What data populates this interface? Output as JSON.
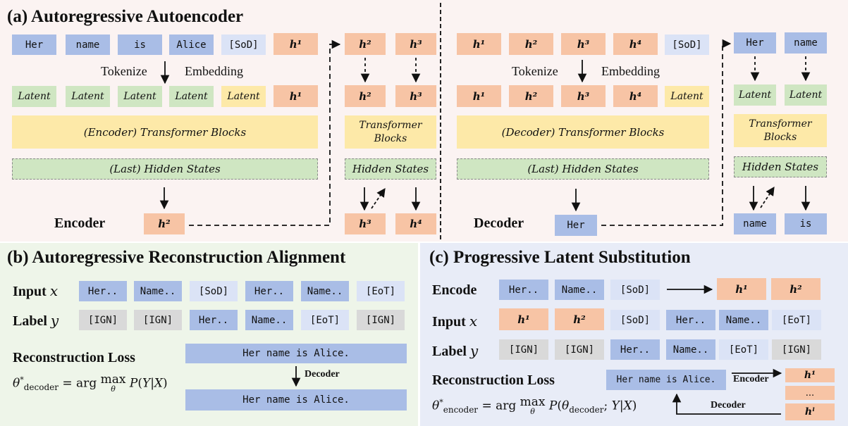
{
  "panel_a": {
    "title": "(a) Autoregressive Autoencoder",
    "tokens": [
      "Her",
      "name",
      "is",
      "Alice",
      "[SoD]"
    ],
    "h1": "h¹",
    "tokenize": "Tokenize",
    "embedding": "Embedding",
    "latent": "Latent",
    "encoder_blocks": "(Encoder) Transformer Blocks",
    "last_hidden": "(Last) Hidden States",
    "encoder_label": "Encoder",
    "h2": "h²",
    "mid": {
      "top": [
        "h²",
        "h³"
      ],
      "second": [
        "h²",
        "h³"
      ],
      "blocks_l1": "Transformer",
      "blocks_l2": "Blocks",
      "hidden": "Hidden States",
      "out": [
        "h³",
        "h⁴"
      ]
    },
    "dec_tokens": [
      "h¹",
      "h²",
      "h³",
      "h⁴",
      "[SoD]"
    ],
    "dec_latent_row": [
      "h¹",
      "h²",
      "h³",
      "h⁴",
      "Latent"
    ],
    "decoder_blocks": "(Decoder) Transformer Blocks",
    "decoder_label": "Decoder",
    "dec_out": "Her",
    "right": {
      "top": [
        "Her",
        "name"
      ],
      "latent": [
        "Latent",
        "Latent"
      ],
      "blocks_l1": "Transformer",
      "blocks_l2": "Blocks",
      "hidden": "Hidden States",
      "out": [
        "name",
        "is"
      ]
    }
  },
  "panel_b": {
    "title": "(b) Autoregressive Reconstruction Alignment",
    "input_label": "Input",
    "input_var": "x",
    "input_tokens": [
      "Her..",
      "Name..",
      "[SoD]",
      "Her..",
      "Name..",
      "[EoT]"
    ],
    "label_label": "Label",
    "label_var": "y",
    "label_tokens": [
      "[IGN]",
      "[IGN]",
      "Her..",
      "Name..",
      "[EoT]",
      "[IGN]"
    ],
    "recon_loss": "Reconstruction Loss",
    "sentence_top": "Her name is Alice.",
    "decoder": "Decoder",
    "sentence_bottom": "Her name is Alice.",
    "formula": "θ*decoder = arg max P(Y|X)"
  },
  "panel_c": {
    "title": "(c) Progressive Latent Substitution",
    "encode_label": "Encode",
    "encode_tokens": [
      "Her..",
      "Name..",
      "[SoD]"
    ],
    "encode_out": [
      "h¹",
      "h²"
    ],
    "input_label": "Input",
    "input_var": "x",
    "input_tokens": [
      "h¹",
      "h²",
      "[SoD]",
      "Her..",
      "Name..",
      "[EoT]"
    ],
    "label_label": "Label",
    "label_var": "y",
    "label_tokens": [
      "[IGN]",
      "[IGN]",
      "Her..",
      "Name..",
      "[EoT]",
      "[IGN]"
    ],
    "recon_loss": "Reconstruction Loss",
    "sentence": "Her name is Alice.",
    "encoder": "Encoder",
    "decoder": "Decoder",
    "stack": [
      "h¹",
      "...",
      "hˡ"
    ],
    "formula": "θ*encoder = arg max P(θdecoder; Y|X)"
  }
}
